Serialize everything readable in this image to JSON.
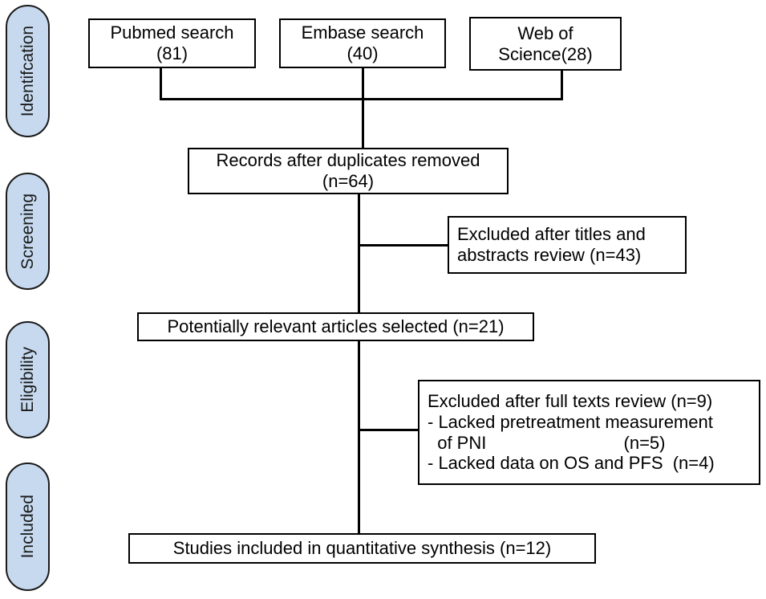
{
  "diagram": {
    "title": "PRISMA study selection flow diagram",
    "colors": {
      "stage_fill": "#c6d9ee",
      "stage_border": "#1a1a1a",
      "box_border": "#000000",
      "box_fill": "#ffffff",
      "connector": "#000000",
      "text": "#000000"
    }
  },
  "stages": [
    {
      "key": "identification",
      "label": "Identifcation"
    },
    {
      "key": "screening",
      "label": "Screening"
    },
    {
      "key": "eligibility",
      "label": "Eligibility"
    },
    {
      "key": "included",
      "label": "Included"
    }
  ],
  "sources": [
    {
      "key": "pubmed",
      "line1": "Pubmed search",
      "line2": "(81)",
      "count": 81
    },
    {
      "key": "embase",
      "line1": "Embase search",
      "line2": "(40)",
      "count": 40
    },
    {
      "key": "wos",
      "line1": "Web of",
      "line2": "Science(28)",
      "count": 28
    }
  ],
  "nodes": {
    "records_after_duplicates": {
      "line1": "Records after duplicates removed",
      "line2": "(n=64)",
      "n": 64
    },
    "excluded_titles_abstracts": {
      "line1": "Excluded after titles and",
      "line2": "abstracts review (n=43)",
      "n": 43
    },
    "potentially_relevant": {
      "line1": "Potentially relevant articles selected (n=21)",
      "n": 21
    },
    "excluded_full_text": {
      "line1": "Excluded after full texts review (n=9)",
      "line2": "- Lacked pretreatment measurement",
      "line3": "  of PNI                            (n=5)",
      "line4": "- Lacked data on OS and PFS  (n=4)",
      "n": 9,
      "reasons": [
        {
          "text": "Lacked pretreatment measurement of PNI",
          "n": 5
        },
        {
          "text": "Lacked data on OS and PFS",
          "n": 4
        }
      ]
    },
    "included_quantitative": {
      "line1": "Studies included in quantitative synthesis (n=12)",
      "n": 12
    }
  }
}
